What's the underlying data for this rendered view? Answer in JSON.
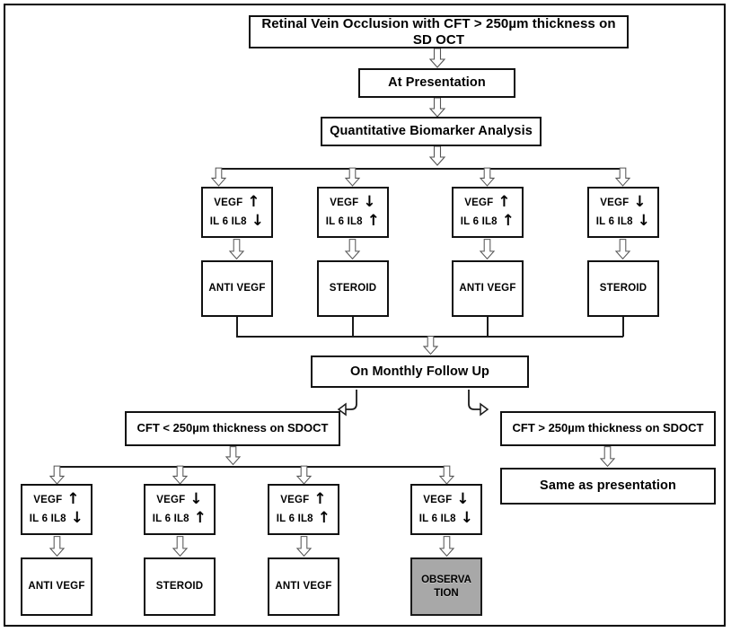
{
  "diagram": {
    "title_node": "Retinal Vein Occlusion with CFT > 250µm thickness on SD OCT",
    "presentation_node": "At Presentation",
    "analysis_node": "Quantitative Biomarker Analysis",
    "followup_node": "On Monthly Follow Up",
    "cft_less_node": "CFT < 250µm thickness on SDOCT",
    "cft_more_node": "CFT > 250µm thickness on SDOCT",
    "same_as_presentation_node": "Same as presentation",
    "labels": {
      "vegf": "VEGF",
      "il": "IL 6 IL8",
      "up": "↑",
      "down": "↓"
    },
    "presentation_branches": [
      {
        "vegf": "VEGF",
        "vegf_trend": "↑",
        "il": "IL 6 IL8",
        "il_trend": "↓",
        "treatment": "ANTI VEGF"
      },
      {
        "vegf": "VEGF",
        "vegf_trend": "↓",
        "il": "IL 6 IL8",
        "il_trend": "↑",
        "treatment": "STEROID"
      },
      {
        "vegf": "VEGF",
        "vegf_trend": "↑",
        "il": "IL 6 IL8",
        "il_trend": "↑",
        "treatment": "ANTI VEGF"
      },
      {
        "vegf": "VEGF",
        "vegf_trend": "↓",
        "il": "IL 6 IL8",
        "il_trend": "↓",
        "treatment": "STEROID"
      }
    ],
    "followup_branches": [
      {
        "vegf": "VEGF",
        "vegf_trend": "↑",
        "il": "IL 6 IL8",
        "il_trend": "↓",
        "treatment": "ANTI VEGF",
        "highlight": false
      },
      {
        "vegf": "VEGF",
        "vegf_trend": "↓",
        "il": "IL 6 IL8",
        "il_trend": "↑",
        "treatment": "STEROID",
        "highlight": false
      },
      {
        "vegf": "VEGF",
        "vegf_trend": "↑",
        "il": "IL 6 IL8",
        "il_trend": "↑",
        "treatment": "ANTI VEGF",
        "highlight": false
      },
      {
        "vegf": "VEGF",
        "vegf_trend": "↓",
        "il": "IL 6 IL8",
        "il_trend": "↓",
        "treatment_line1": "OBSERVA",
        "treatment_line2": "TION",
        "highlight": true
      }
    ],
    "colors": {
      "box_border": "#111111",
      "box_fill": "#ffffff",
      "highlight_fill": "#a8a8a8",
      "line": "#1a1a1a",
      "arrow_outline": "#4a4a4a",
      "arrow_fill": "#ffffff"
    }
  }
}
